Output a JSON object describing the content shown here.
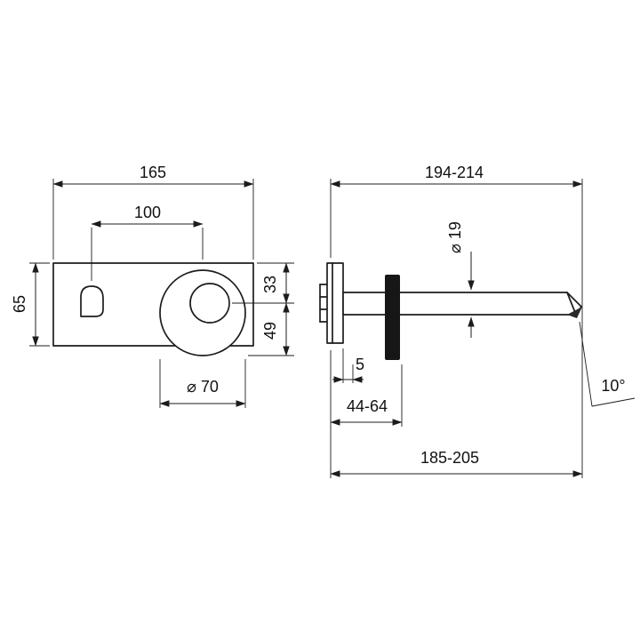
{
  "front_view": {
    "overall_width": "165",
    "hole_spacing": "100",
    "overall_height": "65",
    "top_to_spout_axis": "33",
    "spout_axis_to_bottom": "49",
    "trim_diameter": "⌀ 70"
  },
  "side_view": {
    "overall_reach": "194-214",
    "spout_diameter": "⌀ 19",
    "plate_offset": "5",
    "wall_depth": "44-64",
    "spout_reach": "185-205",
    "spout_angle": "10°"
  }
}
